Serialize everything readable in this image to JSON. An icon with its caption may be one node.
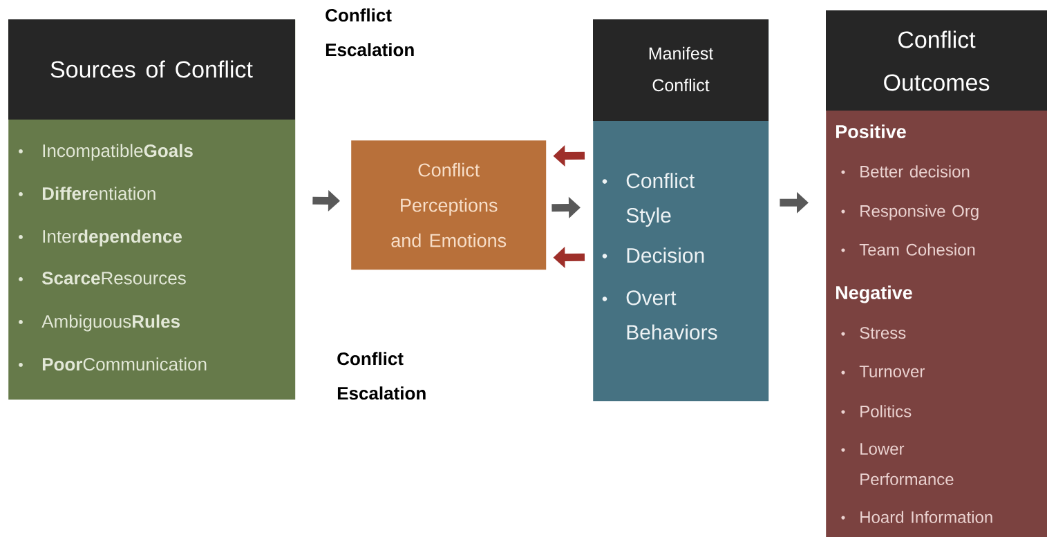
{
  "diagram": {
    "nodes": [
      {
        "text": [
          "Sources of Conflict",
          "Incompatible**Goals**",
          "**Differ**entiation",
          "Inter**dependence**",
          "**Scarce**Resources",
          "Ambiguous**Rules**",
          "**Poor**Communication"
        ]
      },
      {
        "text": [
          "Conflict Perceptions and Emotions"
        ]
      },
      {
        "text": [
          "Manifest Conflict",
          "Conflict Style",
          "Decision",
          "Overt Behaviors"
        ]
      },
      {
        "text": [
          "Conflict Outcomes",
          "Positive",
          "Better decision",
          "Responsive Org",
          "Team Cohesion",
          "Negative",
          "Stress",
          "Turnover",
          "Politics",
          "Lower Performance",
          "Hoard Information"
        ]
      }
    ],
    "edges": [
      {
        "from": 0,
        "to": 1,
        "arrow": "to"
      },
      {
        "from": 1,
        "to": 2,
        "arrow": "to"
      },
      {
        "from": 2,
        "to": 1,
        "arrow": "to",
        "color": "#9e2f2a"
      },
      {
        "from": 2,
        "to": 1,
        "arrow": "to",
        "color": "#9e2f2a"
      },
      {
        "from": 2,
        "to": 3,
        "arrow": "to"
      }
    ],
    "labels": [
      "Conflict Escalation",
      "Conflict Escalation"
    ]
  }
}
